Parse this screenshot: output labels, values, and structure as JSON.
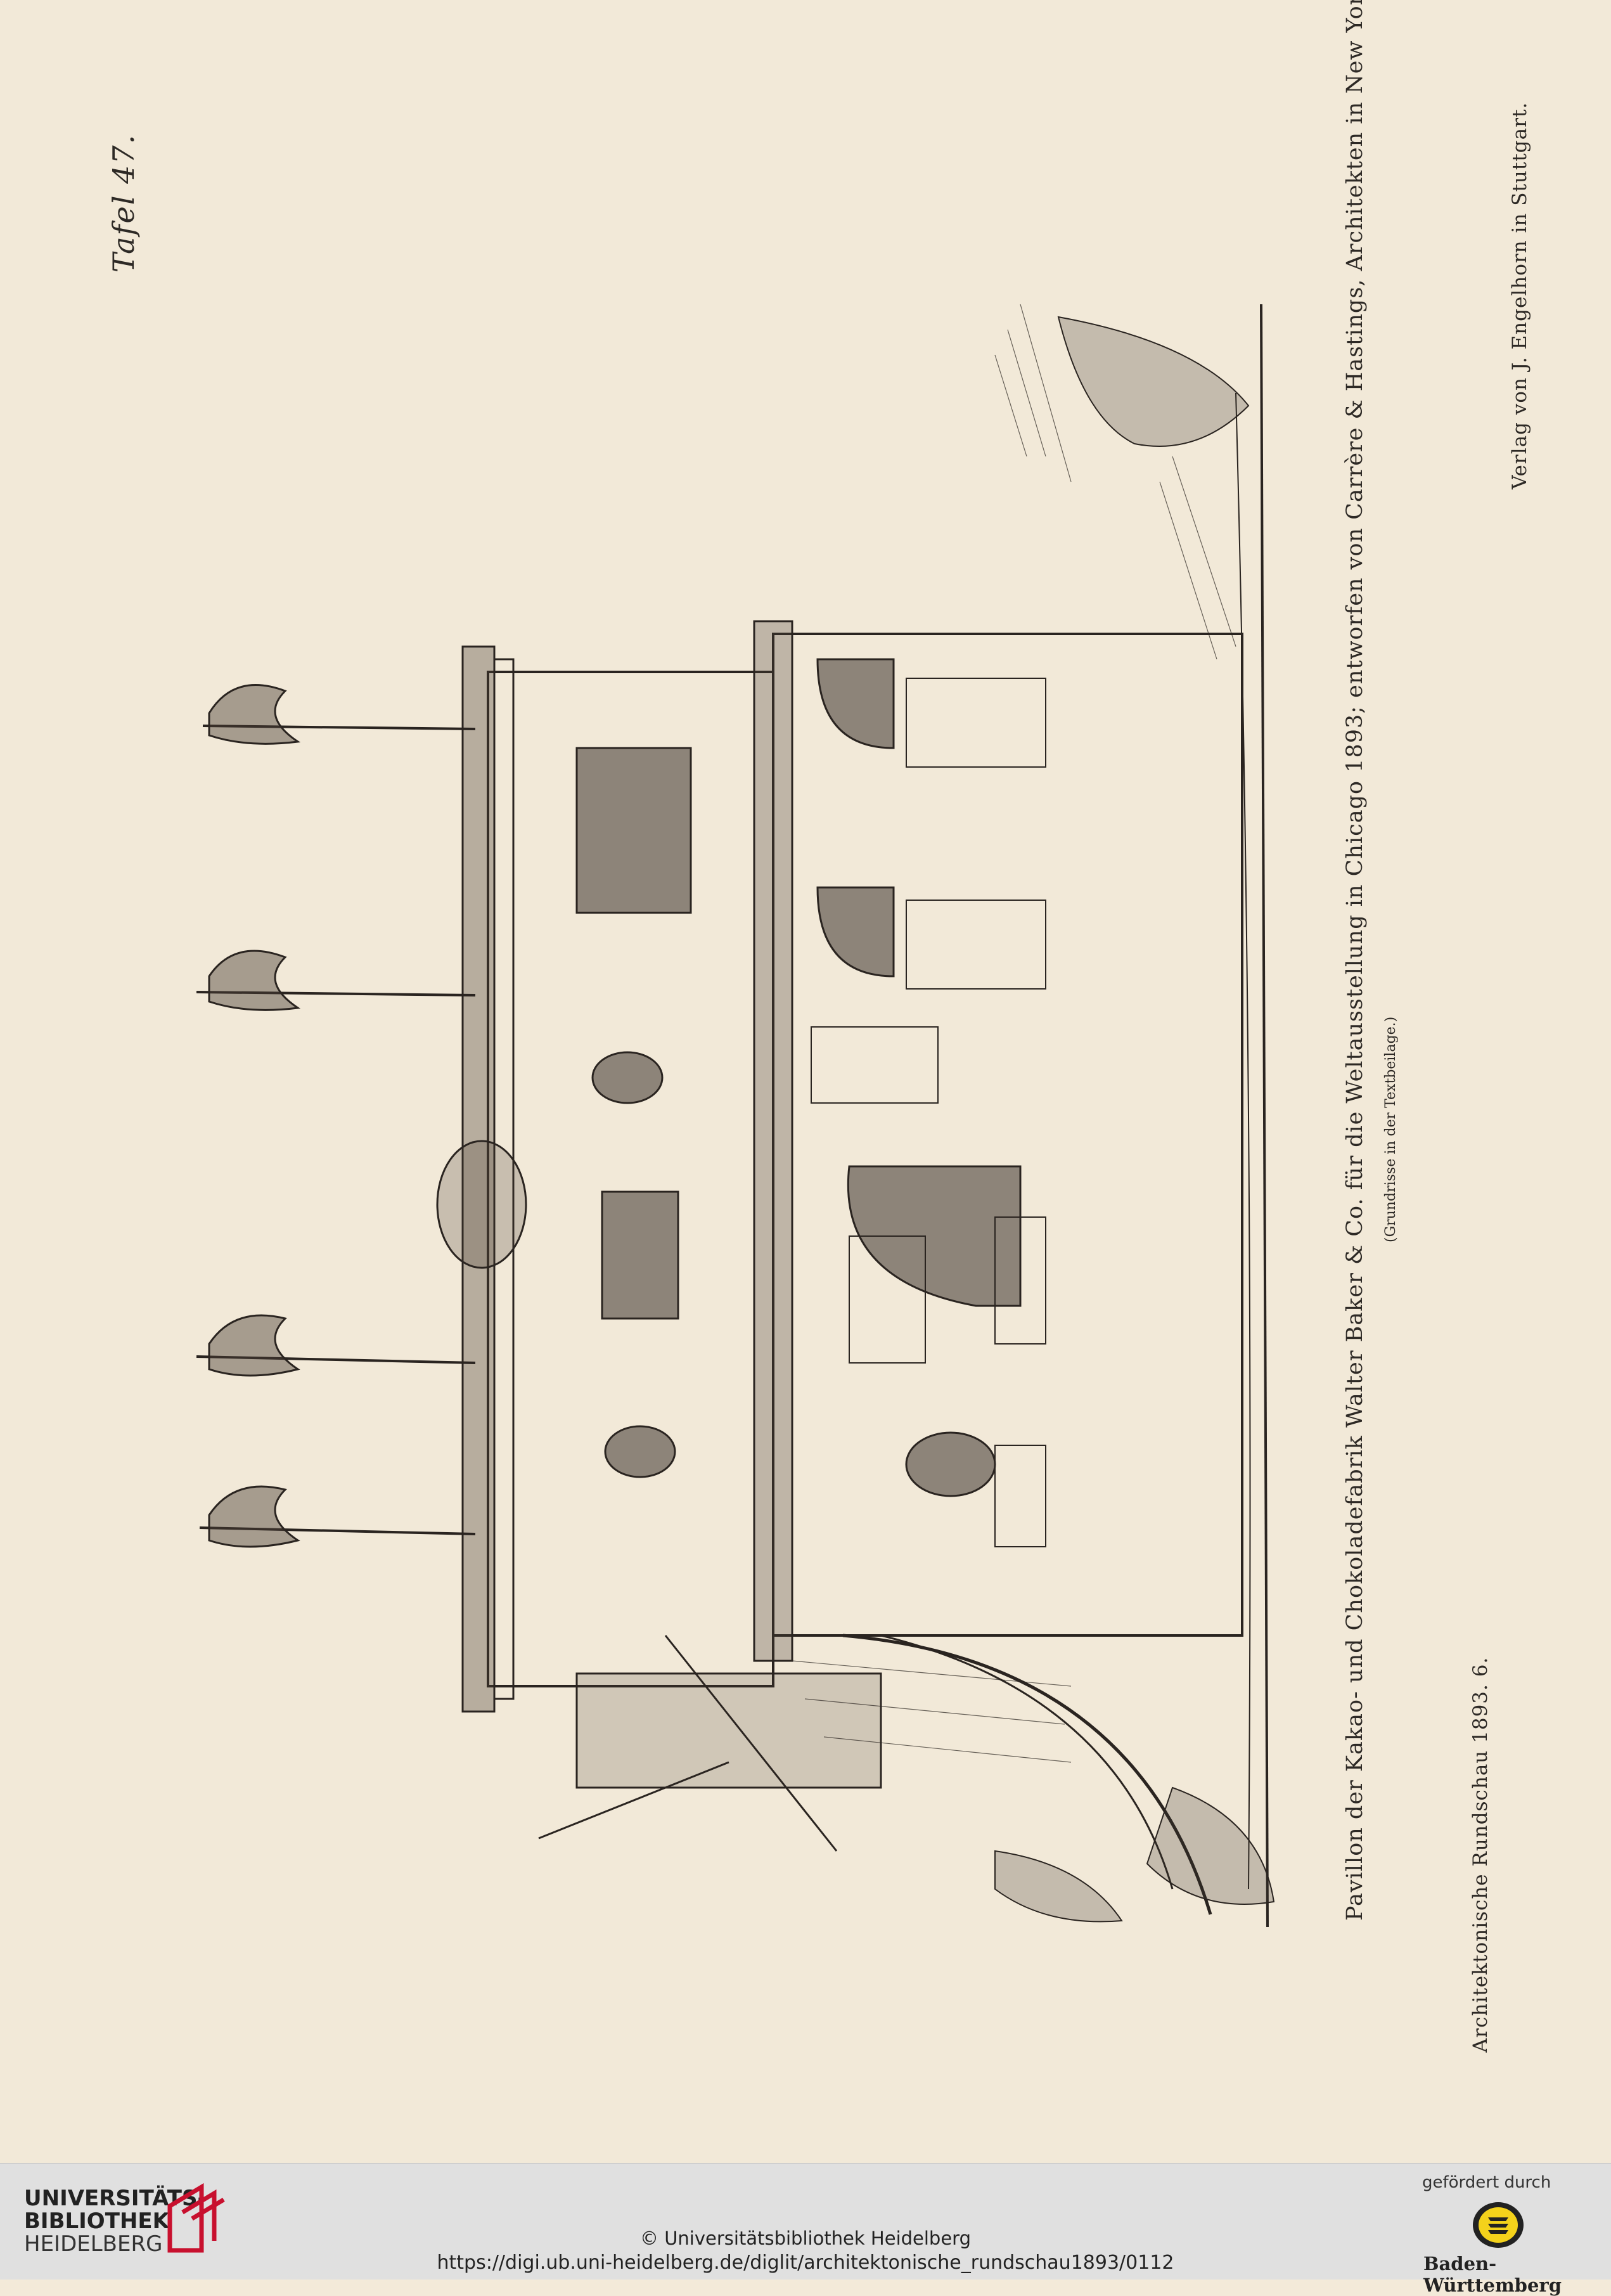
{
  "plate": {
    "number": "Tafel 47.",
    "caption": "Pavillon der Kakao- und Chokoladefabrik Walter Baker & Co. für die Weltausstellung in Chicago 1893; entworfen von Carrère & Hastings, Architekten in New York.",
    "caption_note": "(Grundrisse in der Textbeilage.)",
    "publisher": "Verlag von J. Engelhorn in Stuttgart.",
    "journal": "Architektonische Rundschau 1893. 6."
  },
  "footer": {
    "library_line1": "UNIVERSITÄTS-",
    "library_line2": "BIBLIOTHEK",
    "library_line3": "HEIDELBERG",
    "copyright": "© Universitätsbibliothek Heidelberg",
    "url": "https://digi.ub.uni-heidelberg.de/diglit/architektonische_rundschau1893/0112",
    "sponsor_label": "gefördert durch",
    "sponsor_name": "Baden-Württemberg"
  },
  "colors": {
    "paper": "#f2e9d8",
    "ink": "#2d2925",
    "footer_bg": "#e0e0e0",
    "logo_red": "#c8102e",
    "emblem_yellow": "#f4d21b"
  },
  "icons": [
    "ub-heidelberg-logo-icon",
    "baden-wuerttemberg-coat-of-arms-icon"
  ]
}
